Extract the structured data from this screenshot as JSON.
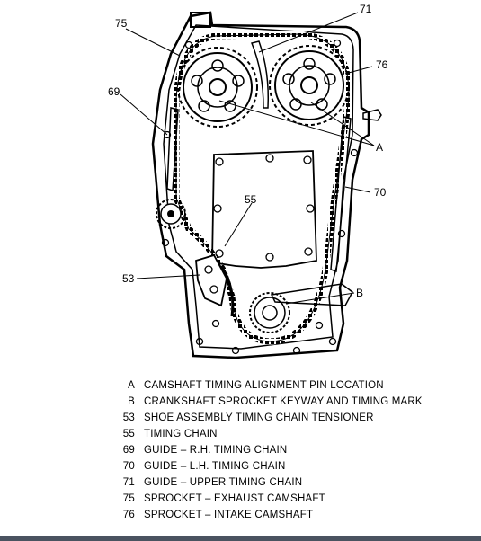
{
  "callouts": {
    "c75": "75",
    "c71": "71",
    "c76": "76",
    "c69": "69",
    "cA": "A",
    "c70": "70",
    "c55": "55",
    "c53": "53",
    "cB": "B"
  },
  "legend": [
    {
      "code": "A",
      "desc": "CAMSHAFT TIMING ALIGNMENT PIN LOCATION"
    },
    {
      "code": "B",
      "desc": "CRANKSHAFT SPROCKET KEYWAY AND TIMING MARK"
    },
    {
      "code": "53",
      "desc": "SHOE ASSEMBLY TIMING CHAIN TENSIONER"
    },
    {
      "code": "55",
      "desc": "TIMING CHAIN"
    },
    {
      "code": "69",
      "desc": "GUIDE – R.H. TIMING CHAIN"
    },
    {
      "code": "70",
      "desc": "GUIDE – L.H. TIMING CHAIN"
    },
    {
      "code": "71",
      "desc": "GUIDE – UPPER TIMING CHAIN"
    },
    {
      "code": "75",
      "desc": "SPROCKET – EXHAUST CAMSHAFT"
    },
    {
      "code": "76",
      "desc": "SPROCKET – INTAKE CAMSHAFT"
    }
  ]
}
